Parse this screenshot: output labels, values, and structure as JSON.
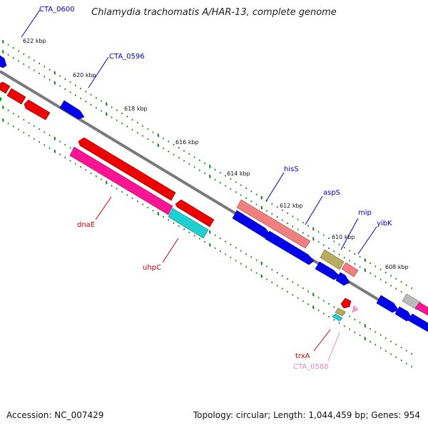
{
  "title": "Chlamydia trachomatis A/HAR-13, complete genome",
  "footer": {
    "accession": "Accession: NC_007429",
    "summary": "Topology: circular; Length: 1,044,459 bp; Genes: 954"
  },
  "colors": {
    "backbone": "#7a7a7a",
    "forward": "#0000ee",
    "reverse": "#ee0000",
    "magenta": "#ff1493",
    "cyan": "#20d0d0",
    "salmon": "#f08080",
    "olive": "#b8ac60",
    "grey": "#bbbbbb",
    "tick": "#1f7a1f",
    "gene_label_forward": "#0000bb",
    "gene_label_reverse": "#cc0000",
    "gene_label_pink": "#ee88bb"
  },
  "scale": {
    "unit": "kbp",
    "ticks": [
      {
        "label": "622 kbp"
      },
      {
        "label": "620 kbp"
      },
      {
        "label": "618 kbp"
      },
      {
        "label": "616 kbp"
      },
      {
        "label": "614 kbp"
      },
      {
        "label": "612 kbp"
      },
      {
        "label": "610 kbp"
      },
      {
        "label": "608 kbp"
      }
    ]
  },
  "gene_labels": [
    {
      "id": "CTA_0600",
      "name": "CTA_0600"
    },
    {
      "id": "CTA_0596",
      "name": "CTA_0596"
    },
    {
      "id": "hisS",
      "name": "hisS"
    },
    {
      "id": "aspS",
      "name": "aspS"
    },
    {
      "id": "mip",
      "name": "mip"
    },
    {
      "id": "yibK",
      "name": "yibK"
    },
    {
      "id": "dnaE",
      "name": "dnaE"
    },
    {
      "id": "uhpC",
      "name": "uhpC"
    },
    {
      "id": "trxA",
      "name": "trxA"
    },
    {
      "id": "CTA_0588",
      "name": "CTA_0588"
    }
  ]
}
